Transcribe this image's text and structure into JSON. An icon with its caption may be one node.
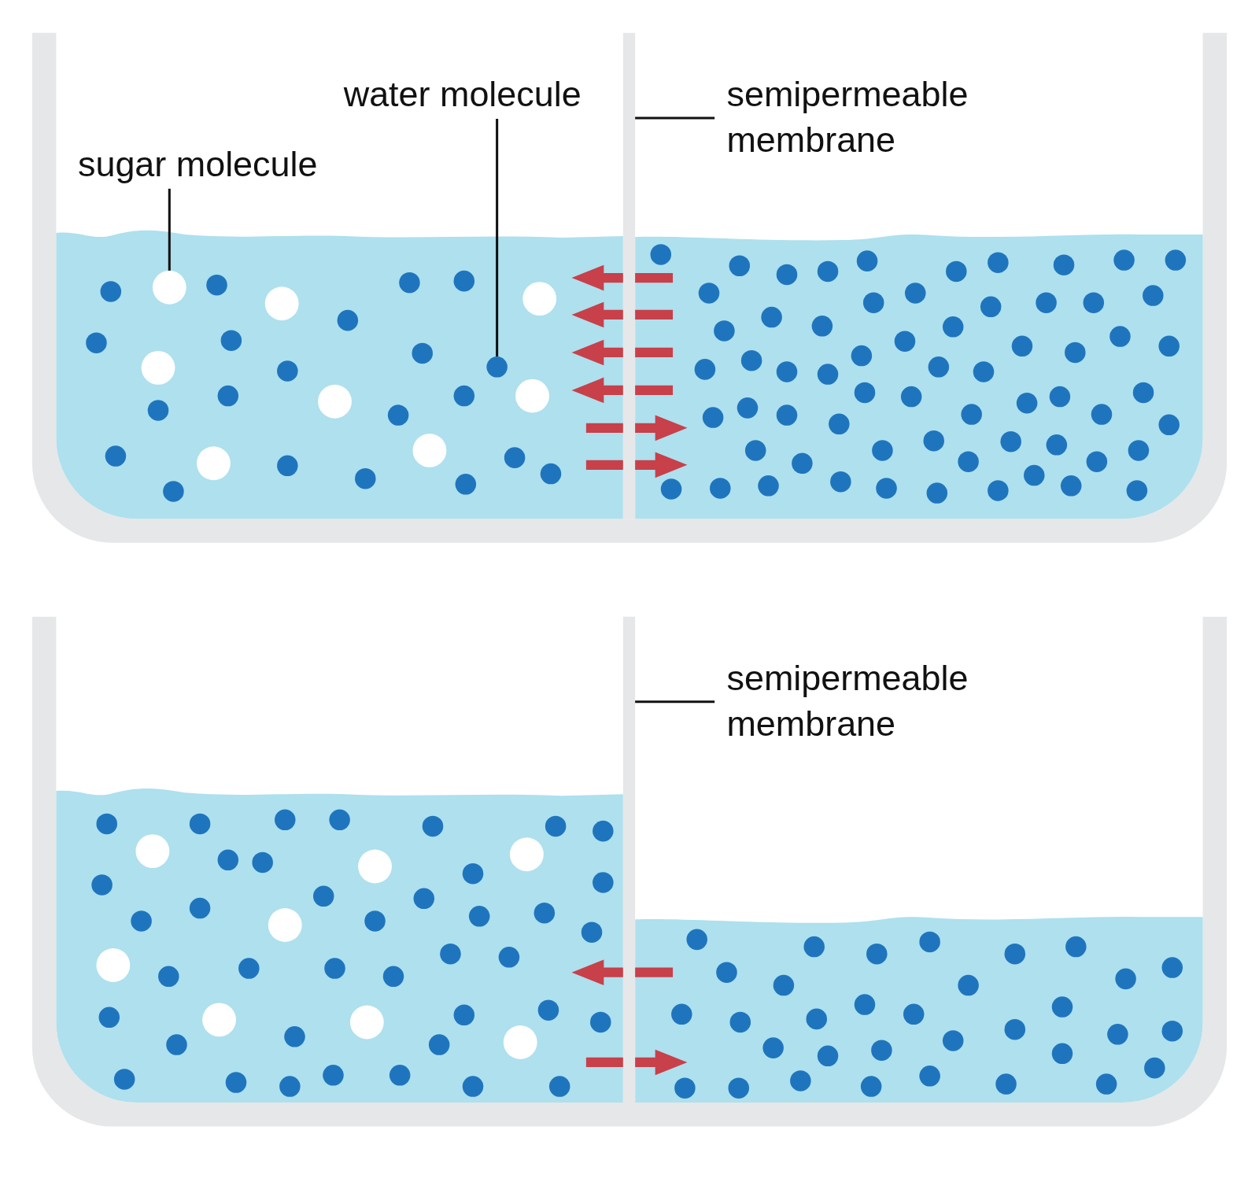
{
  "diagram": {
    "nodes": [
      {
        "text": [
          "sugar molecule"
        ]
      },
      {
        "text": [],
        "shape": "circle"
      },
      {
        "text": [
          "water molecule"
        ]
      },
      {
        "text": [],
        "shape": "circle"
      },
      {
        "text": [
          "semipermeable membrane"
        ]
      },
      {
        "text": [],
        "shape": "bar"
      },
      {
        "text": [
          "semipermeable membrane"
        ]
      },
      {
        "text": [],
        "shape": "bar"
      }
    ],
    "edges": [
      {
        "from": 0,
        "to": 1,
        "arrow": "none"
      },
      {
        "from": 2,
        "to": 3,
        "arrow": "none"
      },
      {
        "from": 4,
        "to": 5,
        "arrow": "none"
      },
      {
        "from": 6,
        "to": 7,
        "arrow": "none"
      }
    ]
  }
}
